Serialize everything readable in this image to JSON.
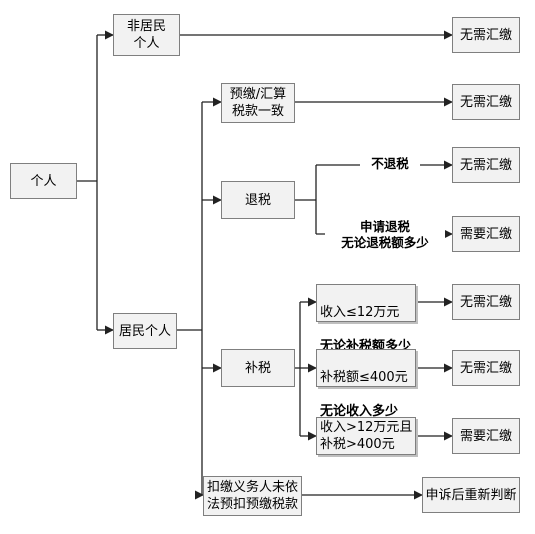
{
  "nodes": {
    "root": "个人",
    "nonresident": "非居民\n个人",
    "resident": "居民个人",
    "consistent": "预缴/汇算\n税款一致",
    "refund": "退税",
    "supplement": "补税",
    "withholding": "扣缴义务人未依\n法预扣预缴税款",
    "income_le_12w": "收入≤12万元",
    "income_le_12w_b": "无论补税额多少",
    "tax_le_400": "补税额≤400元",
    "tax_le_400_b": "无论收入多少",
    "income_gt_12w": "收入>12万元且\n补税>400元"
  },
  "results": {
    "nonresident": "无需汇缴",
    "consistent": "无需汇缴",
    "no_refund": "无需汇缴",
    "apply_refund": "需要汇缴",
    "income_le_12w": "无需汇缴",
    "tax_le_400": "无需汇缴",
    "income_gt_12w": "需要汇缴",
    "withholding": "申诉后重新判断"
  },
  "edge_labels": {
    "no_refund": "不退税",
    "apply_refund": "申请退税\n无论退税额多少"
  }
}
